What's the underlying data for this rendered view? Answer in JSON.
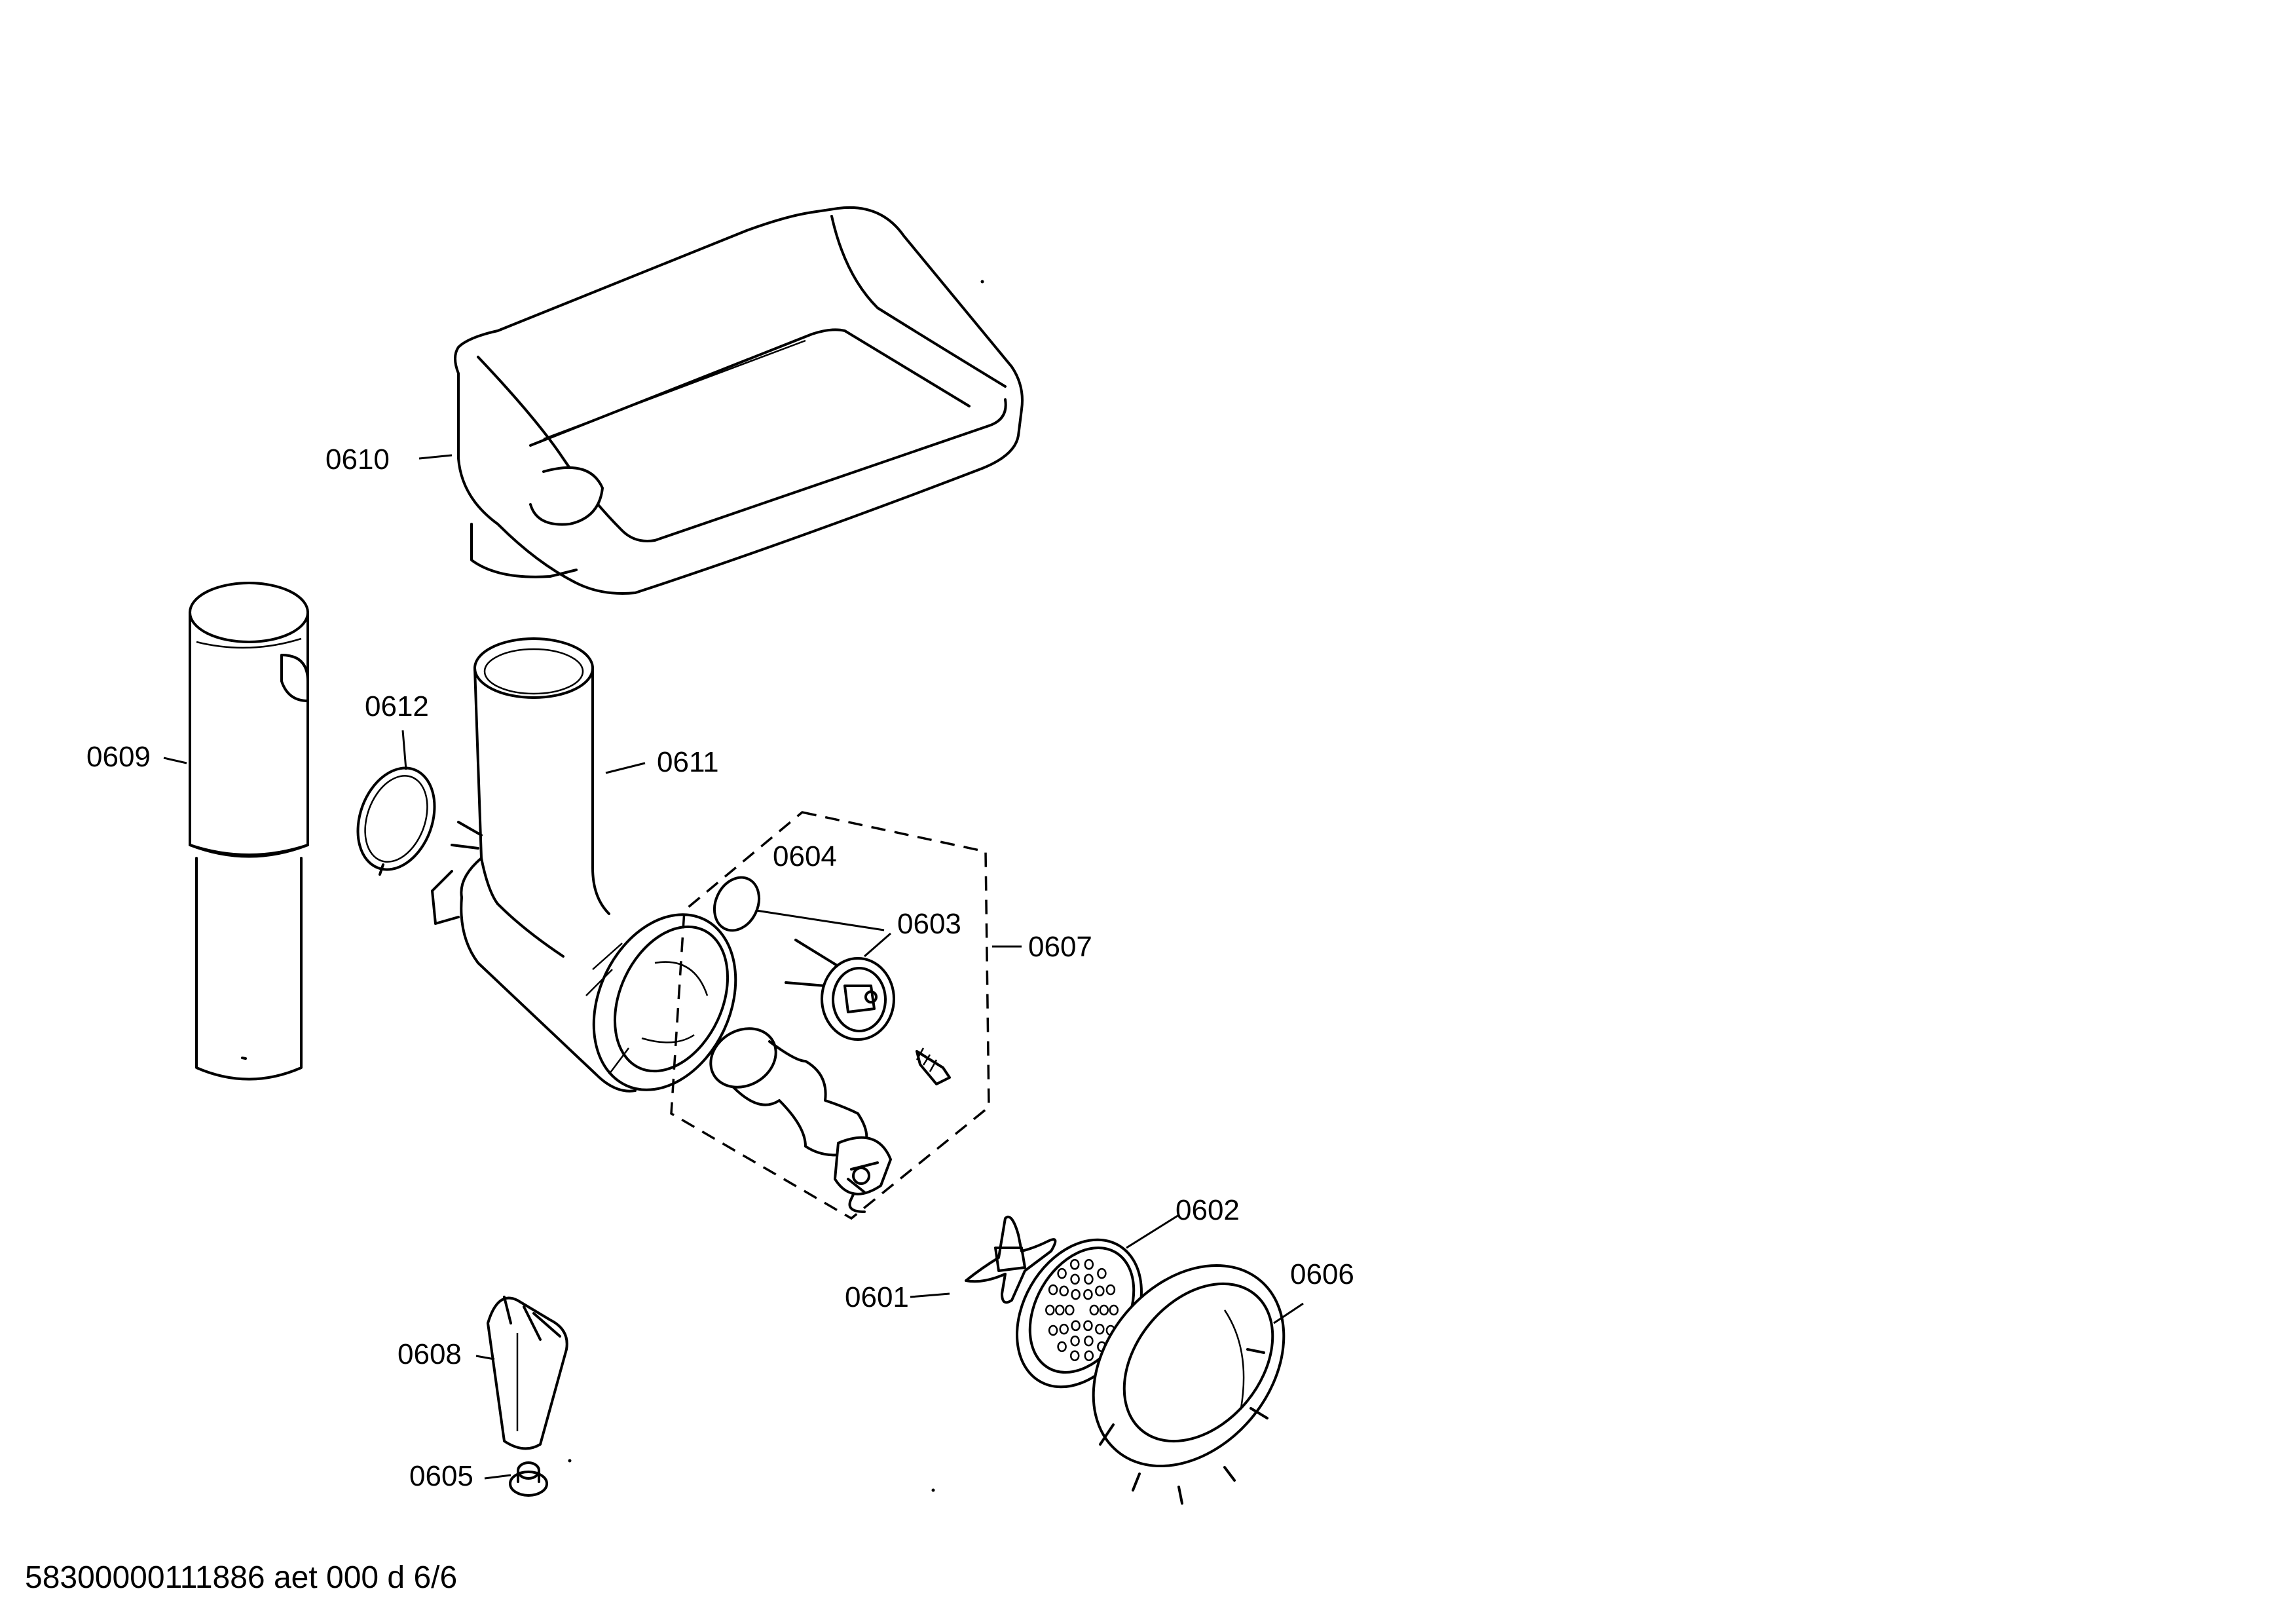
{
  "diagram": {
    "footer": "58300000111886 aet 000 d 6/6",
    "parts": {
      "p0601": "0601",
      "p0602": "0602",
      "p0603": "0603",
      "p0604": "0604",
      "p0605": "0605",
      "p0606": "0606",
      "p0607": "0607",
      "p0608": "0608",
      "p0609": "0609",
      "p0610": "0610",
      "p0611": "0611",
      "p0612": "0612"
    }
  }
}
